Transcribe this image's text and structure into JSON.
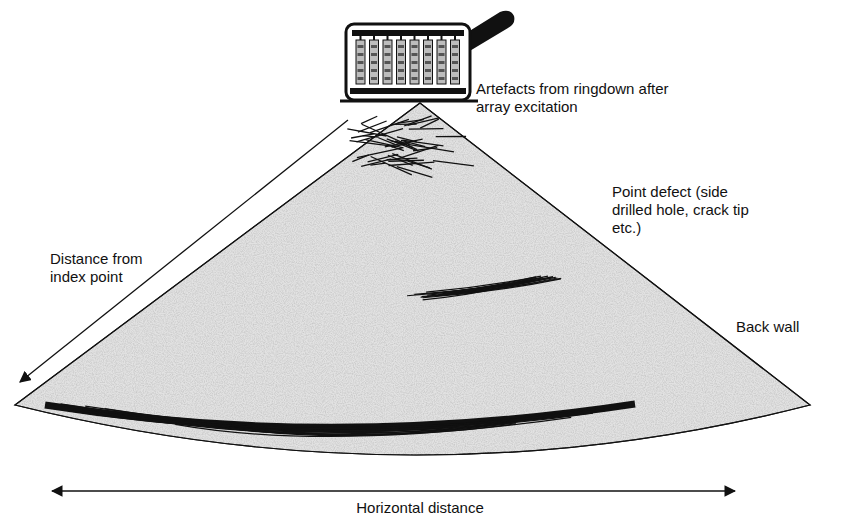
{
  "diagram": {
    "labels": [
      "Artefacts from ringdown after array excitation",
      "Distance from index point",
      "Point defect (side drilled hole, crack tip etc.)",
      "Back wall",
      "Horizontal distance"
    ]
  }
}
